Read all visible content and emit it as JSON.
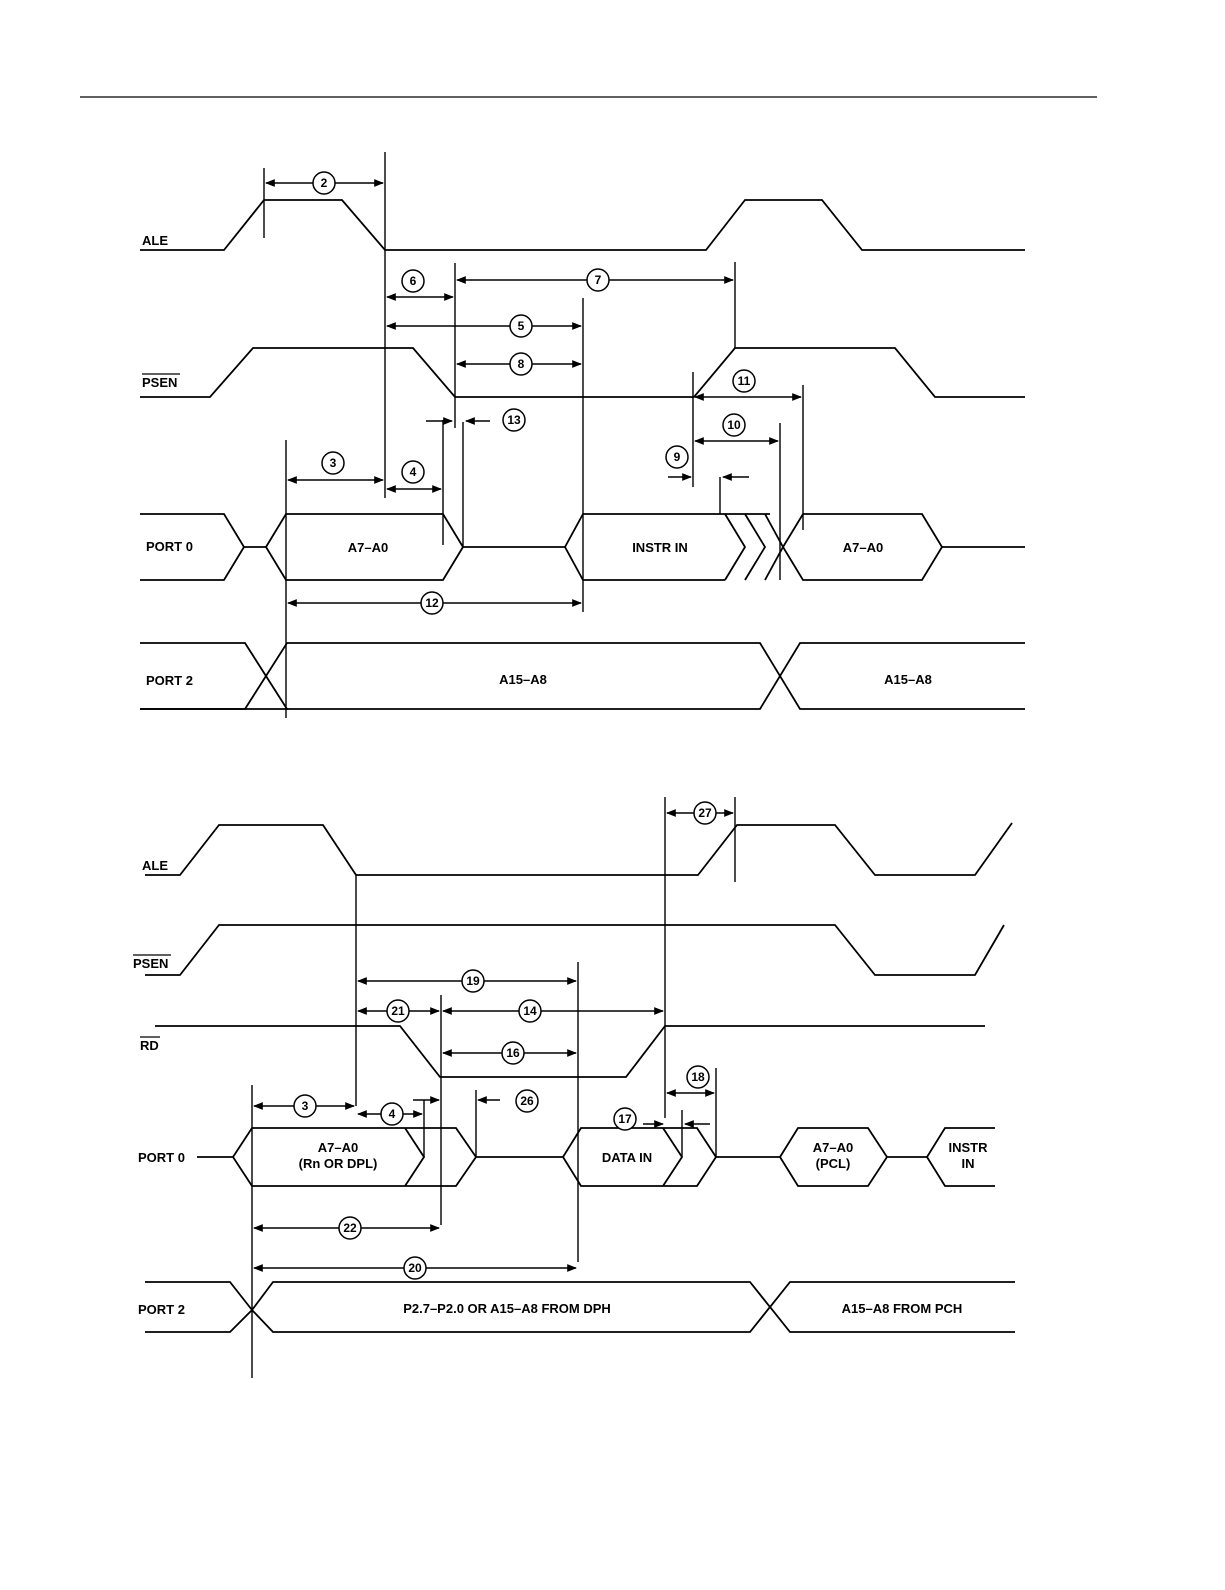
{
  "diagram1": {
    "signals": {
      "ale": "ALE",
      "psen": "PSEN",
      "port0": "PORT 0",
      "port2": "PORT 2"
    },
    "bus": {
      "p0_addr": "A7–A0",
      "p0_instr": "INSTR IN",
      "p0_addr2": "A7–A0",
      "p2_addr": "A15–A8",
      "p2_addr2": "A15–A8"
    },
    "timings": [
      "2",
      "6",
      "7",
      "5",
      "8",
      "13",
      "11",
      "10",
      "9",
      "3",
      "4",
      "12"
    ]
  },
  "diagram2": {
    "signals": {
      "ale": "ALE",
      "psen": "PSEN",
      "rd": "RD",
      "port0": "PORT 0",
      "port2": "PORT 2"
    },
    "bus": {
      "p0_addr_l1": "A7–A0",
      "p0_addr_l2": "(Rn OR DPL)",
      "p0_data": "DATA IN",
      "p0_pcl_l1": "A7–A0",
      "p0_pcl_l2": "(PCL)",
      "p0_instr_l1": "INSTR",
      "p0_instr_l2": "IN",
      "p2_dph": "P2.7–P2.0 OR A15–A8 FROM DPH",
      "p2_pch": "A15–A8 FROM PCH"
    },
    "timings": [
      "27",
      "19",
      "21",
      "14",
      "16",
      "18",
      "3",
      "4",
      "26",
      "17",
      "22",
      "20"
    ]
  }
}
